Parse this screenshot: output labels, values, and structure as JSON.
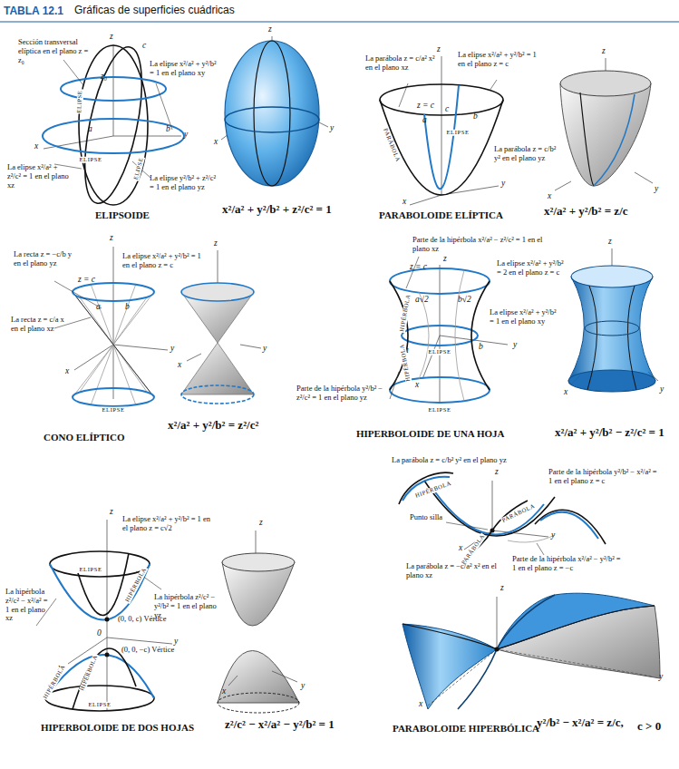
{
  "diagram": {
    "title": "TABLA 12.1",
    "labels": [
      "Gráficas de superficies cuádricas",
      "Sección transversal elíptica en el plano z = z₀",
      "z",
      "c",
      "z₀",
      "La elipse x²/a² + y²/b² = 1 en el plano xy",
      "a",
      "b",
      "y",
      "x",
      "ELIPSE",
      "ELIPSE",
      "ELIPSE",
      "La elipse x²/a² + z²/c² = 1 en el plano xz",
      "La elipse y²/b² + z²/c² = 1 en el plano yz",
      "ELIPSOIDE",
      "x²/a² + y²/b² + z²/c² = 1",
      "z",
      "y",
      "x",
      "La parábola z = c/a² x² en el plano xz",
      "z",
      "La elipse x²/a² + y²/b² = 1 en el plano z = c",
      "z = c",
      "c",
      "a",
      "b",
      "PARÁBOLA",
      "ELIPSE",
      "La parábola z = c/b² y² en el plano yz",
      "y",
      "x",
      "PARABOLOIDE ELÍPTICA",
      "x²/a² + y²/b² = z/c",
      "z",
      "y",
      "x",
      "La recta z = −c/b y en el plano yz",
      "La elipse x²/a² + y²/b² = 1 en el plano z = c",
      "z",
      "z = c",
      "a",
      "b",
      "La recta z = c/a x en el plano xz",
      "y",
      "x",
      "ELIPSE",
      "CONO ELÍPTICO",
      "x²/a² + y²/b² = z²/c²",
      "z",
      "y",
      "x",
      "Parte de la hipérbola x²/a² − z²/c² = 1 en el plano xz",
      "z",
      "z = c",
      "b√2",
      "a√2",
      "La elipse x²/a² + y²/b² = 2 en el plano z = c",
      "HIPÉRBOLA",
      "ELIPSE",
      "La elipse x²/a² + y²/b² = 1 en el plano xy",
      "y",
      "b",
      "a",
      "x",
      "HIPÉRBOLA",
      "ELIPSE",
      "Parte de la hipérbola y²/b² − z²/c² = 1 en el plano yz",
      "HIPERBOLOIDE DE UNA HOJA",
      "x²/a² + y²/b² − z²/c² = 1",
      "z",
      "y",
      "x",
      "z",
      "La elipse x²/a² + y²/b² = 1 en el plano z = c√2",
      "ELIPSE",
      "HIPÉRBOLA",
      "La hipérbola z²/c² − x²/a² = 1 en el plano xz",
      "La hipérbola z²/c² − y²/b² = 1 en el plano yz",
      "(0, 0, c) Vértice",
      "0",
      "y",
      "(0, 0, −c) Vértice",
      "x",
      "HIPÉRBOLA",
      "HIPÉRBOLA",
      "ELIPSE",
      "HIPERBOLOIDE DE DOS HOJAS",
      "z²/c² − x²/a² − y²/b² = 1",
      "z",
      "y",
      "x",
      "La parábola z = c/b² y² en el plano yz",
      "z",
      "Parte de la hipérbola y²/b² − x²/a² = 1 en el plano z = c",
      "HIPÉRBOLA",
      "PARÁBOLA",
      "Punto silla",
      "y",
      "PARÁBOLA",
      "Parte de la hipérbola x²/a² − y²/b² = 1 en el plano z = −c",
      "La parábola z = −c/a² x² en el plano xz",
      "x",
      "z",
      "y",
      "x",
      "PARABOLOIDE HIPERBÓLICA",
      "y²/b² − x²/a² = z/c,",
      "c > 0"
    ]
  }
}
